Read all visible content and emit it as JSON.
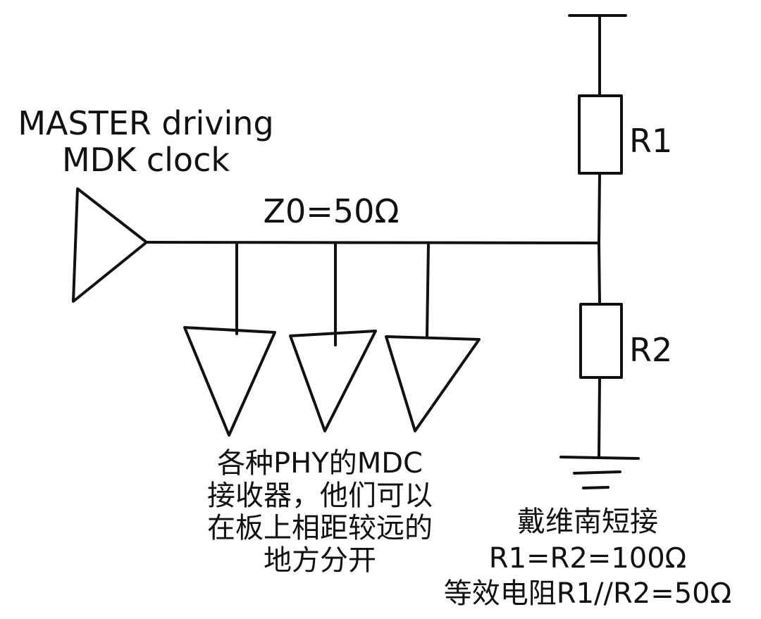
{
  "labels": {
    "master_line1": "MASTER driving",
    "master_line2": "MDK clock",
    "impedance": "Z0=50Ω",
    "r1": "R1",
    "r2": "R2"
  },
  "receiver_note": [
    "各种PHY的MDC",
    "接收器，他们可以",
    "在板上相距较远的",
    "地方分开"
  ],
  "termination_note": [
    "戴维南短接",
    "R1=R2=100Ω",
    "等效电阻R1//R2=50Ω"
  ]
}
